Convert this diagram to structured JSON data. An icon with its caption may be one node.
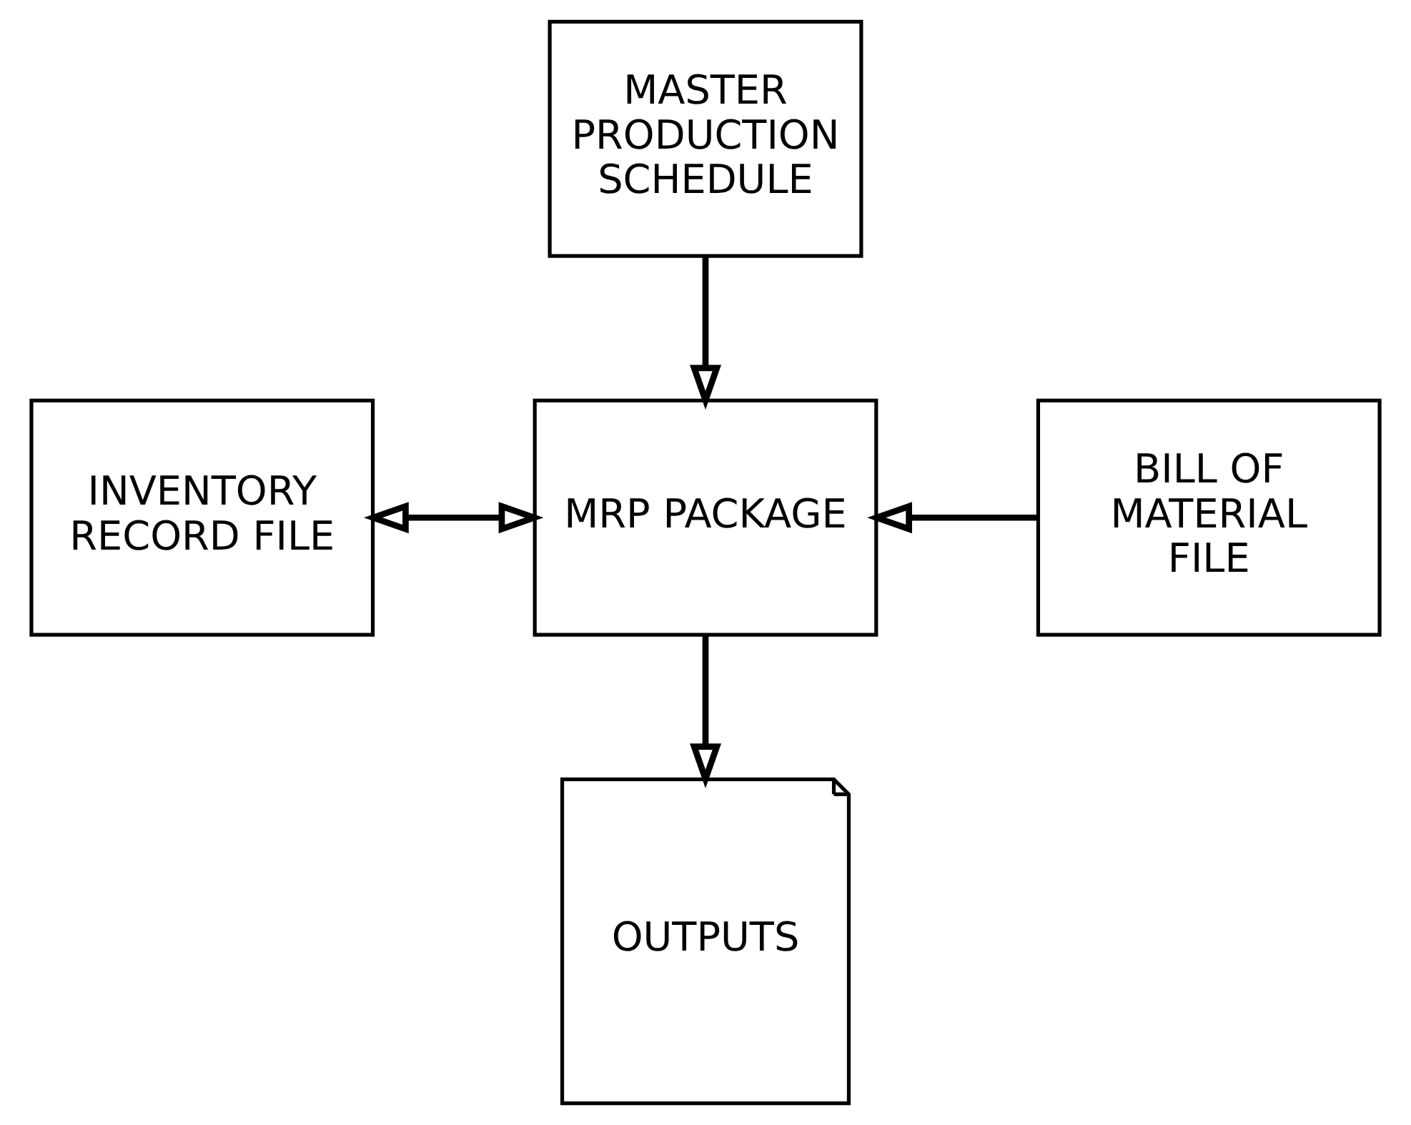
{
  "diagram": {
    "nodes": [
      {
        "text": [
          "MASTER PRODUCTION SCHEDULE"
        ]
      },
      {
        "text": [
          "INVENTORY RECORD FILE"
        ]
      },
      {
        "text": [
          "MRP PACKAGE"
        ]
      },
      {
        "text": [
          "BILL OF MATERIAL FILE"
        ]
      },
      {
        "text": [
          "OUTPUTS"
        ]
      }
    ],
    "edges": [
      {
        "from": 0,
        "to": 2,
        "arrow": "to"
      },
      {
        "from": 1,
        "to": 2,
        "arrow": "both"
      },
      {
        "from": 3,
        "to": 2,
        "arrow": "to"
      },
      {
        "from": 2,
        "to": 4,
        "arrow": "to"
      }
    ]
  }
}
